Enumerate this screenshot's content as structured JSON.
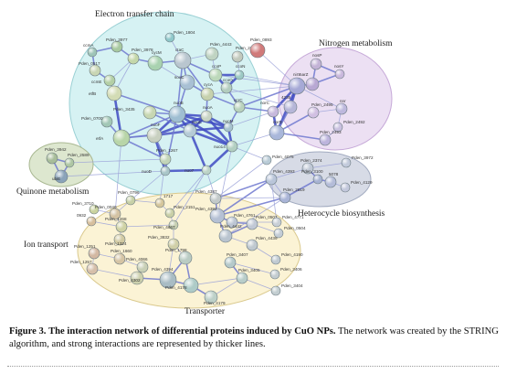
{
  "clusters": [
    {
      "id": "etc",
      "label": "Electron transfer chain",
      "fill": "#d6f2f3",
      "stroke": "#9ad0d4"
    },
    {
      "id": "nitro",
      "label": "Nitrogen metabolism",
      "fill": "#ece0f3",
      "stroke": "#c6a9d8"
    },
    {
      "id": "quinone",
      "label": "Quinone metabolism",
      "fill": "#dde7cf",
      "stroke": "#a9b892"
    },
    {
      "id": "hetero",
      "label": "Heterocycle biosynthesis",
      "fill": "#d7dbe6",
      "stroke": "#a2abc0"
    },
    {
      "id": "transporter",
      "label": "Transporter",
      "fill": "#fbf3d5",
      "stroke": "#dac98d"
    },
    {
      "id": "ion",
      "label": "Ion transport"
    }
  ],
  "nodes": [
    {
      "id": "n1804",
      "label": "Pden_1804",
      "color": "#8fc7c9"
    },
    {
      "id": "n3977",
      "label": "Pden_3977",
      "color": "#a8c9a0"
    },
    {
      "id": "nccmA",
      "label": "ccmA",
      "color": "#9fc4b8"
    },
    {
      "id": "n3978",
      "label": "Pden_3978",
      "color": "#c4d7a9"
    },
    {
      "id": "ncycM",
      "label": "cycM",
      "color": "#a9d2b0"
    },
    {
      "id": "nctaC",
      "label": "ctaC",
      "color": "#b9c6cf"
    },
    {
      "id": "n4443",
      "label": "Pden_4443",
      "color": "#bfd3c2"
    },
    {
      "id": "n2781",
      "label": "Pden_2781",
      "color": "#c2c9bd"
    },
    {
      "id": "n0893",
      "label": "Pden_0893",
      "color": "#d07a7a"
    },
    {
      "id": "n0517",
      "label": "Pden_0517",
      "color": "#c9d6b4"
    },
    {
      "id": "nccmE",
      "label": "ccmE",
      "color": "#b3cfa5"
    },
    {
      "id": "netfB",
      "label": "etfB",
      "color": "#d3dcb5"
    },
    {
      "id": "nsoxC",
      "label": "soxC",
      "color": "#a8c0d4"
    },
    {
      "id": "nccoP",
      "label": "ccoP",
      "color": "#bcd8ba"
    },
    {
      "id": "nccoN",
      "label": "ccoN",
      "color": "#9cc9c4"
    },
    {
      "id": "ncycA",
      "label": "cycA",
      "color": "#c6d1ad"
    },
    {
      "id": "nccoO",
      "label": "ccoO",
      "color": "#b3ccbf"
    },
    {
      "id": "nqcrC",
      "label": "qcrC",
      "color": "#b9d2bd"
    },
    {
      "id": "n3435",
      "label": "Pden_3435",
      "color": "#c7d7b2"
    },
    {
      "id": "n0700",
      "label": "Pden_0700",
      "color": "#a2c7b6"
    },
    {
      "id": "netfA",
      "label": "etfA",
      "color": "#b8d5a8"
    },
    {
      "id": "nnuoF",
      "label": "nuoF",
      "color": "#c8d0c0"
    },
    {
      "id": "nnuoB",
      "label": "nuoB",
      "color": "#9fbed2"
    },
    {
      "id": "nnuoC",
      "label": "nuoC",
      "color": "#b5cbd6"
    },
    {
      "id": "nnuoA",
      "label": "nuoA",
      "color": "#c8d4c4"
    },
    {
      "id": "nnuoM",
      "label": "nuoM",
      "color": "#a7c3cf"
    },
    {
      "id": "nnuo14",
      "label": "nuo14",
      "color": "#b2cfc1"
    },
    {
      "id": "nnuo7",
      "label": "nuo7",
      "color": "#bcd3c7"
    },
    {
      "id": "nnuoD",
      "label": "nuoD",
      "color": "#a9c6c8"
    },
    {
      "id": "n1267",
      "label": "Pden_1267",
      "color": "#c2d4b8"
    },
    {
      "id": "nnosP",
      "label": "nosP",
      "color": "#c3b3d6"
    },
    {
      "id": "nnarZ",
      "label": "narZ",
      "color": "#b8a8d3"
    },
    {
      "id": "nnosY",
      "label": "nosY",
      "color": "#c9b8dc"
    },
    {
      "id": "nnirS",
      "label": "nirS",
      "color": "#a6a9d6"
    },
    {
      "id": "n4235",
      "label": "4235",
      "color": "#b6b6d8"
    },
    {
      "id": "nnorC",
      "label": "norC",
      "color": "#c6b9dc"
    },
    {
      "id": "nnorD",
      "label": "norD",
      "color": "#a9b7da"
    },
    {
      "id": "n2495",
      "label": "Pden_2495",
      "color": "#d1c0e2"
    },
    {
      "id": "nnnr",
      "label": "nnr",
      "color": "#bdb8dd"
    },
    {
      "id": "n2492",
      "label": "Pden_2492",
      "color": "#c9c1e0"
    },
    {
      "id": "n2493",
      "label": "Pden_2493",
      "color": "#bcb4dc"
    },
    {
      "id": "n3942",
      "label": "Pden_3942",
      "color": "#a8bd9a"
    },
    {
      "id": "n2589",
      "label": "Pden_2589",
      "color": "#aec6a3"
    },
    {
      "id": "nubiE",
      "label": "ubiE",
      "color": "#8aa3b9"
    },
    {
      "id": "n4075",
      "label": "Pden_4075",
      "color": "#b9cbd6"
    },
    {
      "id": "n2374",
      "label": "Pden_2374",
      "color": "#c0c8d6"
    },
    {
      "id": "n3972",
      "label": "Pden_3972",
      "color": "#c2cadb"
    },
    {
      "id": "n3100",
      "label": "Pden_3100",
      "color": "#a7b3d2"
    },
    {
      "id": "n5078",
      "label": "5078",
      "color": "#b4bcd8"
    },
    {
      "id": "n4129",
      "label": "Pden_4129",
      "color": "#c3c8dc"
    },
    {
      "id": "n2619",
      "label": "Pden_2619",
      "color": "#a9b4d6"
    },
    {
      "id": "n4393",
      "label": "Pden_4393",
      "color": "#b9c5d9"
    },
    {
      "id": "n0796",
      "label": "Pden_0796",
      "color": "#c7d0a7"
    },
    {
      "id": "n1717",
      "label": "1717",
      "color": "#d4c59b"
    },
    {
      "id": "n3710",
      "label": "Pden_3710",
      "color": "#cad39f"
    },
    {
      "id": "n0040",
      "label": "Pden_0040",
      "color": "#d3c2a3"
    },
    {
      "id": "n2151",
      "label": "Pden_2151",
      "color": "#c9cfa6"
    },
    {
      "id": "n4387",
      "label": "Pden_4387",
      "color": "#c2c9c9"
    },
    {
      "id": "n0932",
      "label": "0932",
      "color": "#d7bf9c"
    },
    {
      "id": "n1268",
      "label": "Pden_1268",
      "color": "#cfd2a4"
    },
    {
      "id": "n4667",
      "label": "Pden_4667",
      "color": "#c6cfb1"
    },
    {
      "id": "n4392",
      "label": "Pden_4392",
      "color": "#b5c0d4"
    },
    {
      "id": "n4761",
      "label": "Pden_4761",
      "color": "#bcc5d3"
    },
    {
      "id": "n0503",
      "label": "Pden_0503",
      "color": "#c1c8d5"
    },
    {
      "id": "n4771",
      "label": "Pden_4771",
      "color": "#c8cfd6"
    },
    {
      "id": "n1324",
      "label": "Pden_1324",
      "color": "#d1c9a1"
    },
    {
      "id": "n4442",
      "label": "Pden_4442",
      "color": "#b9c4cf"
    },
    {
      "id": "n0504",
      "label": "Pden_0504",
      "color": "#c3ccd5"
    },
    {
      "id": "n3832",
      "label": "Pden_3832",
      "color": "#d0cfa8"
    },
    {
      "id": "n1251",
      "label": "Pden_1251",
      "color": "#d3b8a2"
    },
    {
      "id": "n1660",
      "label": "Pden_1660",
      "color": "#d5c4a4"
    },
    {
      "id": "n4439",
      "label": "Pden_4439",
      "color": "#bfc8cf"
    },
    {
      "id": "n1798",
      "label": "Pden_1798",
      "color": "#b9cbc3"
    },
    {
      "id": "n4066",
      "label": "Pden_4066",
      "color": "#c8cfb5"
    },
    {
      "id": "n4190",
      "label": "Pden_4190",
      "color": "#c0cad1"
    },
    {
      "id": "n1257",
      "label": "Pden_1257",
      "color": "#d6bfa9"
    },
    {
      "id": "n4302",
      "label": "Pden_4302",
      "color": "#ccd0ad"
    },
    {
      "id": "n4394",
      "label": "Pden_4394",
      "color": "#a9bcc4"
    },
    {
      "id": "n3407",
      "label": "Pden_3407",
      "color": "#b5c9ca"
    },
    {
      "id": "n3406",
      "label": "Pden_3406",
      "color": "#c3ccd0"
    },
    {
      "id": "n4178",
      "label": "Pden_4178",
      "color": "#aecbc7"
    },
    {
      "id": "n3405",
      "label": "Pden_3405",
      "color": "#b8cdc9"
    },
    {
      "id": "n3404",
      "label": "Pden_3404",
      "color": "#c2cdd0"
    },
    {
      "id": "n4179",
      "label": "Pden_4179",
      "color": "#bdd0c8"
    }
  ],
  "caption": {
    "figure_label": "Figure 3.",
    "bold_title": "The interaction network of differential proteins induced by CuO NPs.",
    "body": "The network was created by the STRING algorithm, and strong interactions are represented by thicker lines."
  }
}
